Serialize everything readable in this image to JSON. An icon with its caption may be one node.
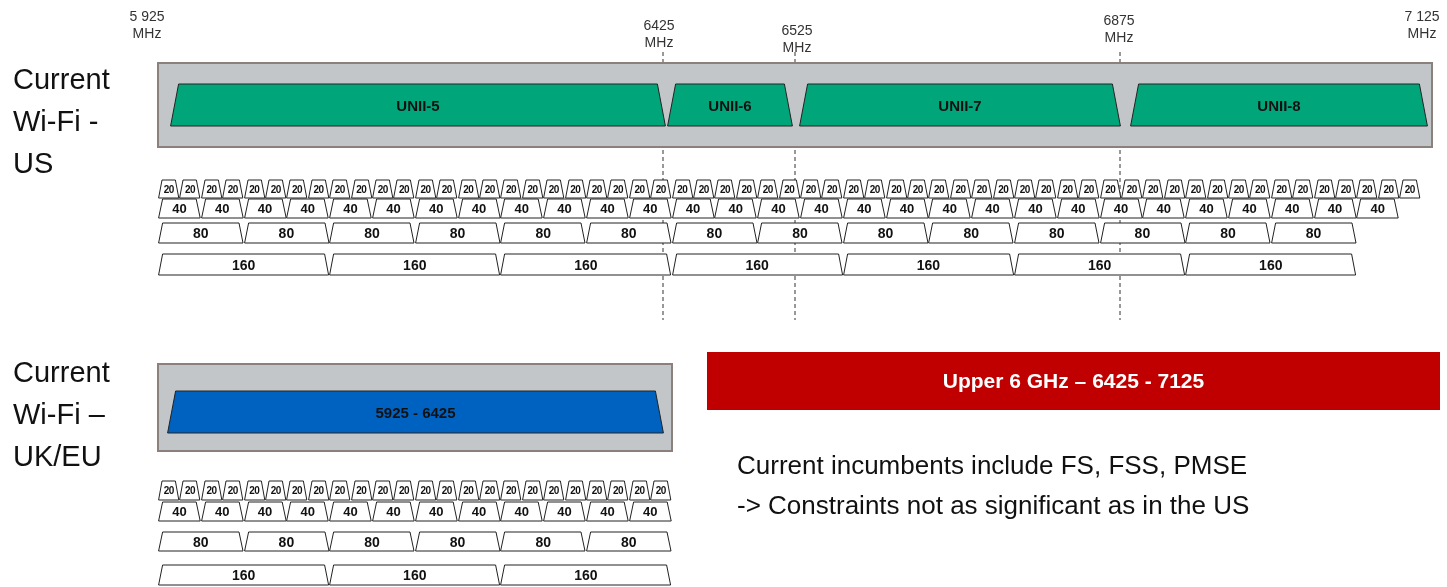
{
  "diagram": {
    "nodes": [
      {
        "text": [],
        "shape": "box"
      },
      {
        "text": [
          "UNII-5"
        ],
        "in": 0
      },
      {
        "text": [
          "UNII-6"
        ],
        "in": 0
      },
      {
        "text": [
          "UNII-7"
        ],
        "in": 0
      },
      {
        "text": [
          "UNII-8"
        ],
        "in": 0
      },
      {
        "text": [
          "20"
        ]
      },
      {
        "text": [
          "20"
        ]
      },
      {
        "text": [
          "20"
        ]
      },
      {
        "text": [
          "20"
        ]
      },
      {
        "text": [
          "20"
        ]
      },
      {
        "text": [
          "20"
        ]
      },
      {
        "text": [
          "20"
        ]
      },
      {
        "text": [
          "20"
        ]
      },
      {
        "text": [
          "20"
        ]
      },
      {
        "text": [
          "20"
        ]
      },
      {
        "text": [
          "20"
        ]
      },
      {
        "text": [
          "20"
        ]
      },
      {
        "text": [
          "20"
        ]
      },
      {
        "text": [
          "20"
        ]
      },
      {
        "text": [
          "20"
        ]
      },
      {
        "text": [
          "20"
        ]
      },
      {
        "text": [
          "20"
        ]
      },
      {
        "text": [
          "20"
        ]
      },
      {
        "text": [
          "20"
        ]
      },
      {
        "text": [
          "20"
        ]
      },
      {
        "text": [
          "20"
        ]
      },
      {
        "text": [
          "20"
        ]
      },
      {
        "text": [
          "20"
        ]
      },
      {
        "text": [
          "20"
        ]
      },
      {
        "text": [
          "20"
        ]
      },
      {
        "text": [
          "20"
        ]
      },
      {
        "text": [
          "20"
        ]
      },
      {
        "text": [
          "20"
        ]
      },
      {
        "text": [
          "20"
        ]
      },
      {
        "text": [
          "20"
        ]
      },
      {
        "text": [
          "20"
        ]
      },
      {
        "text": [
          "20"
        ]
      },
      {
        "text": [
          "20"
        ]
      },
      {
        "text": [
          "20"
        ]
      },
      {
        "text": [
          "20"
        ]
      },
      {
        "text": [
          "20"
        ]
      },
      {
        "text": [
          "20"
        ]
      },
      {
        "text": [
          "20"
        ]
      },
      {
        "text": [
          "20"
        ]
      },
      {
        "text": [
          "20"
        ]
      },
      {
        "text": [
          "20"
        ]
      },
      {
        "text": [
          "20"
        ]
      },
      {
        "text": [
          "20"
        ]
      },
      {
        "text": [
          "20"
        ]
      },
      {
        "text": [
          "20"
        ]
      },
      {
        "text": [
          "20"
        ]
      },
      {
        "text": [
          "20"
        ]
      },
      {
        "text": [
          "20"
        ]
      },
      {
        "text": [
          "20"
        ]
      },
      {
        "text": [
          "20"
        ]
      },
      {
        "text": [
          "20"
        ]
      },
      {
        "text": [
          "20"
        ]
      },
      {
        "text": [
          "20"
        ]
      },
      {
        "text": [
          "20"
        ]
      },
      {
        "text": [
          "20"
        ]
      },
      {
        "text": [
          "20"
        ]
      },
      {
        "text": [
          "20"
        ]
      },
      {
        "text": [
          "20"
        ]
      },
      {
        "text": [
          "20"
        ]
      },
      {
        "text": [
          "40"
        ]
      },
      {
        "text": [
          "40"
        ]
      },
      {
        "text": [
          "40"
        ]
      },
      {
        "text": [
          "40"
        ]
      },
      {
        "text": [
          "40"
        ]
      },
      {
        "text": [
          "40"
        ]
      },
      {
        "text": [
          "40"
        ]
      },
      {
        "text": [
          "40"
        ]
      },
      {
        "text": [
          "40"
        ]
      },
      {
        "text": [
          "40"
        ]
      },
      {
        "text": [
          "40"
        ]
      },
      {
        "text": [
          "40"
        ]
      },
      {
        "text": [
          "40"
        ]
      },
      {
        "text": [
          "40"
        ]
      },
      {
        "text": [
          "40"
        ]
      },
      {
        "text": [
          "40"
        ]
      },
      {
        "text": [
          "40"
        ]
      },
      {
        "text": [
          "40"
        ]
      },
      {
        "text": [
          "40"
        ]
      },
      {
        "text": [
          "40"
        ]
      },
      {
        "text": [
          "40"
        ]
      },
      {
        "text": [
          "40"
        ]
      },
      {
        "text": [
          "40"
        ]
      },
      {
        "text": [
          "40"
        ]
      },
      {
        "text": [
          "40"
        ]
      },
      {
        "text": [
          "40"
        ]
      },
      {
        "text": [
          "40"
        ]
      },
      {
        "text": [
          "40"
        ]
      },
      {
        "text": [
          "40"
        ]
      },
      {
        "text": [
          "80"
        ]
      },
      {
        "text": [
          "80"
        ]
      },
      {
        "text": [
          "80"
        ]
      },
      {
        "text": [
          "80"
        ]
      },
      {
        "text": [
          "80"
        ]
      },
      {
        "text": [
          "80"
        ]
      },
      {
        "text": [
          "80"
        ]
      },
      {
        "text": [
          "80"
        ]
      },
      {
        "text": [
          "80"
        ]
      },
      {
        "text": [
          "80"
        ]
      },
      {
        "text": [
          "80"
        ]
      },
      {
        "text": [
          "80"
        ]
      },
      {
        "text": [
          "80"
        ]
      },
      {
        "text": [
          "80"
        ]
      },
      {
        "text": [
          "160"
        ]
      },
      {
        "text": [
          "160"
        ]
      },
      {
        "text": [
          "160"
        ]
      },
      {
        "text": [
          "160"
        ]
      },
      {
        "text": [
          "160"
        ]
      },
      {
        "text": [
          "160"
        ]
      },
      {
        "text": [
          "160"
        ]
      },
      {
        "text": [],
        "shape": "box"
      },
      {
        "text": [
          "5925 - 6425"
        ],
        "in": 114
      },
      {
        "text": [
          "Upper 6 GHz – 6425 - 7125"
        ]
      },
      {
        "text": [
          "20"
        ]
      },
      {
        "text": [
          "20"
        ]
      },
      {
        "text": [
          "20"
        ]
      },
      {
        "text": [
          "20"
        ]
      },
      {
        "text": [
          "20"
        ]
      },
      {
        "text": [
          "20"
        ]
      },
      {
        "text": [
          "20"
        ]
      },
      {
        "text": [
          "20"
        ]
      },
      {
        "text": [
          "20"
        ]
      },
      {
        "text": [
          "20"
        ]
      },
      {
        "text": [
          "20"
        ]
      },
      {
        "text": [
          "20"
        ]
      },
      {
        "text": [
          "20"
        ]
      },
      {
        "text": [
          "20"
        ]
      },
      {
        "text": [
          "20"
        ]
      },
      {
        "text": [
          "20"
        ]
      },
      {
        "text": [
          "20"
        ]
      },
      {
        "text": [
          "20"
        ]
      },
      {
        "text": [
          "20"
        ]
      },
      {
        "text": [
          "20"
        ]
      },
      {
        "text": [
          "20"
        ]
      },
      {
        "text": [
          "20"
        ]
      },
      {
        "text": [
          "20"
        ]
      },
      {
        "text": [
          "20"
        ]
      },
      {
        "text": [
          "40"
        ]
      },
      {
        "text": [
          "40"
        ]
      },
      {
        "text": [
          "40"
        ]
      },
      {
        "text": [
          "40"
        ]
      },
      {
        "text": [
          "40"
        ]
      },
      {
        "text": [
          "40"
        ]
      },
      {
        "text": [
          "40"
        ]
      },
      {
        "text": [
          "40"
        ]
      },
      {
        "text": [
          "40"
        ]
      },
      {
        "text": [
          "40"
        ]
      },
      {
        "text": [
          "40"
        ]
      },
      {
        "text": [
          "40"
        ]
      },
      {
        "text": [
          "80"
        ]
      },
      {
        "text": [
          "80"
        ]
      },
      {
        "text": [
          "80"
        ]
      },
      {
        "text": [
          "80"
        ]
      },
      {
        "text": [
          "80"
        ]
      },
      {
        "text": [
          "80"
        ]
      },
      {
        "text": [
          "160"
        ]
      },
      {
        "text": [
          "160"
        ]
      },
      {
        "text": [
          "160"
        ]
      }
    ],
    "labels": [
      "5 925 MHz",
      "6425 MHz",
      "6525 MHz",
      "6875 MHz",
      "7 125 MHz",
      "Current Wi-Fi - US",
      "Current Wi-Fi – UK/EU",
      "Current incumbents include FS, FSS, PMSE",
      "-> Constraints not as significant as in the US"
    ]
  }
}
